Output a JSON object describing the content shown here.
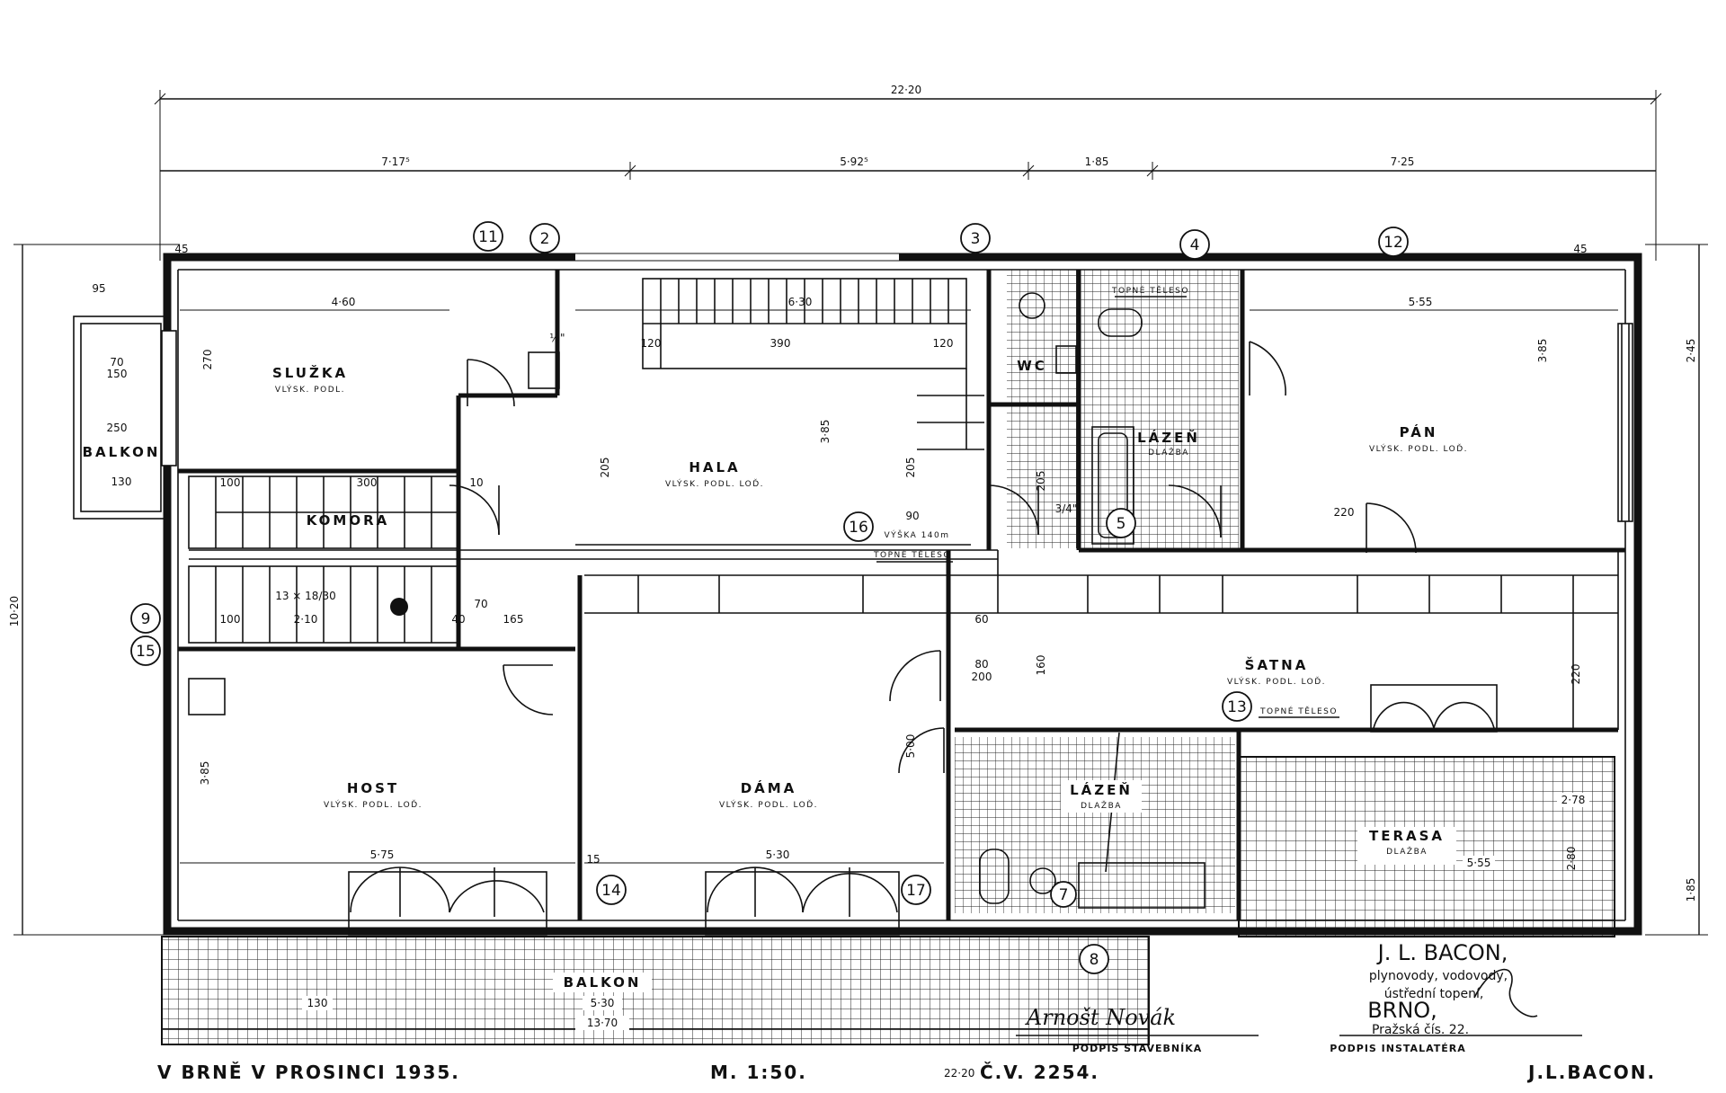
{
  "rooms": {
    "sluzka": "SLUŽKA",
    "komora": "KOMORA",
    "hala": "HALA",
    "wc": "WC",
    "lazen_top": "LÁZEŇ",
    "pan": "PÁN",
    "satna": "ŠATNA",
    "host": "HOST",
    "dama": "DÁMA",
    "lazen_bottom": "LÁZEŇ",
    "terasa": "TERASA",
    "balkon_left": "BALKON",
    "balkon_bottom": "BALKON"
  },
  "floor_notes": {
    "vlysk": "VLÝSK. PODL.",
    "vlysk_lod": "VLÝSK. PODL. LOĎ.",
    "dlazba": "DLAŽBA"
  },
  "dimensions": {
    "overall": "22·20",
    "seg1": "7·17⁵",
    "seg2": "5·92⁵",
    "seg3": "1·85",
    "seg4": "7·25",
    "height": "10·20",
    "right_a": "2·45",
    "right_b": "1·85",
    "sluzka_w": "4·60",
    "hala_w": "6·30",
    "pan_w": "5·55",
    "host_w": "5·75",
    "dama_w": "5·30",
    "terasa_w": "5·55",
    "balkon_w": "13·70",
    "balkon_inner": "5·30",
    "d390": "390",
    "d300": "300",
    "d270": "270",
    "d385a": "3·85",
    "d385b": "3·85",
    "d385c": "3·85",
    "d205a": "205",
    "d205b": "205",
    "d205c": "205",
    "d220a": "220",
    "d220b": "220",
    "d160": "160",
    "d500": "5·00",
    "d278": "2·78",
    "d280": "2·80",
    "d210": "2·10",
    "d130a": "130",
    "d130b": "130",
    "d100a": "100",
    "d100b": "100",
    "d165": "165",
    "d60": "60",
    "d80": "80",
    "d200": "200",
    "d45": "45",
    "d120": "120",
    "d90": "90",
    "d70": "70",
    "d150": "150",
    "d250": "250",
    "d95": "95",
    "d40": "40",
    "d10": "10",
    "d15": "15",
    "stairs": "13 × 18/30",
    "half": "½\"",
    "threequarter": "3/4\""
  },
  "circles": [
    "11",
    "2",
    "3",
    "4",
    "12",
    "16",
    "9",
    "15",
    "5",
    "13",
    "14",
    "17",
    "7",
    "8"
  ],
  "pipe_label": "TOPNÉ TĚLESO",
  "vyska": "VÝŠKA 140m",
  "footer": {
    "place_date": "V BRNĚ V PROSINCI 1935.",
    "scale": "M. 1:50.",
    "cv": "Č.V. 2254.",
    "cv_small": "22·20",
    "sign_builder": "PODPIS STAVEBNÍKA",
    "sign_installer": "PODPIS INSTALATÉRA",
    "firm_sign": "J.L.BACON."
  },
  "stamp": {
    "name": "J. L. BACON,",
    "line1": "plynovody, vodovody,",
    "line2": "ústřední topení,",
    "city": "BRNO,",
    "street": "Pražská čís. 22."
  },
  "signature_builder": "Arnošt Novák"
}
